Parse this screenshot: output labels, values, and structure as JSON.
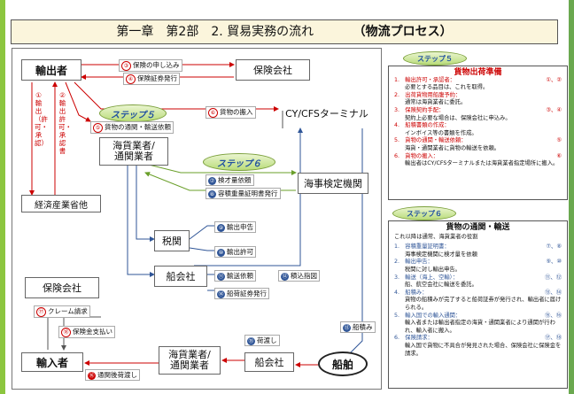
{
  "title": {
    "main": "第一章　第2部　2. 貿易実務の流れ",
    "sub": "（物流プロセス）"
  },
  "nodes": {
    "exporter": "輸出者",
    "insurance_top": "保険会社",
    "cy_cfs": "CY/CFSターミナル",
    "forwarder_top": "海貨業者/\n通関業者",
    "customs": "税関",
    "shipping_co_mid": "船会社",
    "inspection": "海事検定機関",
    "meti": "経済産業省他",
    "insurance_bottom": "保険会社",
    "importer": "輸入者",
    "forwarder_bottom": "海貨業者/\n通関業者",
    "shipping_co_bottom": "船会社",
    "ship": "船舶"
  },
  "steps": {
    "step5": "ステップ５",
    "step6": "ステップ６"
  },
  "labels": {
    "l3": "保険の申し込み",
    "n3": "③",
    "l4": "保険証券発行",
    "n4": "④",
    "l5": "貨物の通関・輸送依頼",
    "n5": "⑤",
    "l6": "貨物の搬入",
    "n6": "⑥",
    "l7": "検才量依頼",
    "n7": "⑦",
    "l8": "容積重量証明書発行",
    "n8": "⑧",
    "l9": "輸出申告",
    "n9": "⑨",
    "l10": "輸出許可",
    "n10": "⑩",
    "l11": "輸送依頼",
    "n11": "⑪",
    "l12": "積込指図",
    "n12": "⑫",
    "l13": "船積み",
    "n13": "⑬",
    "l14": "船荷証券発行",
    "n14": "⑭",
    "l15": "荷渡し",
    "n15": "⑮",
    "l16": "通関後荷渡し",
    "n16": "⑯",
    "l17": "クレーム請求",
    "n17": "⑰",
    "l18": "保険金支払い",
    "n18": "⑱",
    "v1": "①輸出（許可・承認）",
    "v2": "②輸出許可・承認書"
  },
  "right1": {
    "step": "ステップ５",
    "head": "貨物出荷準備",
    "items": [
      {
        "t": "1.　輸出許可・承認者：",
        "n": "①、②",
        "d": "必要とする品目は、これを取得。"
      },
      {
        "t": "2.　出荷貨物用船腹予約：",
        "n": "",
        "d": "通常は海貨業者に委託。"
      },
      {
        "t": "3.　保険契約手配：",
        "n": "③、④",
        "d": "契約上必要な場合は、保険会社に申込み。"
      },
      {
        "t": "4.　船積書類の作成：",
        "n": "",
        "d": "インボイス等の書類を作成。"
      },
      {
        "t": "5.　貨物の通関・輸送依頼：",
        "n": "⑤",
        "d": "海貨・通関業者に貨物の輸送を依頼。"
      },
      {
        "t": "6.　貨物の搬入：",
        "n": "⑥",
        "d": "輸出者はCY/CFSターミナルまたは海貨業者指定場所に搬入。"
      }
    ]
  },
  "right2": {
    "step": "ステップ６",
    "head": "貨物の通関・輸送",
    "intro": "これ以降は通常、海貨業者の役割",
    "items": [
      {
        "t": "1.　容積重量証明書：",
        "n": "⑦、⑧",
        "d": "海事検定機関に検才量を依頼"
      },
      {
        "t": "2.　輸出申告：",
        "n": "⑨、⑩",
        "d": "税関に対し輸出申告。"
      },
      {
        "t": "3.　輸送（海上、空輸）：",
        "n": "⑪、⑫",
        "d": "船、航空会社に輸送を委託。"
      },
      {
        "t": "4.　船積み：",
        "n": "⑬、⑭",
        "d": "貨物の船積みが完了すると船荷証券が発行され、輸出者に届けられる。"
      },
      {
        "t": "5.　輸入国での輸入通関：",
        "n": "⑮、⑯",
        "d": "輸入者または輸出者指定の海貨・通関業者により通関が行われ、輸入者に搬入。"
      },
      {
        "t": "6.　保険請求：",
        "n": "⑰、⑱",
        "d": "輸入国で貨物に不具合が発見された場合、保険会社に保険金を請求。"
      }
    ]
  }
}
